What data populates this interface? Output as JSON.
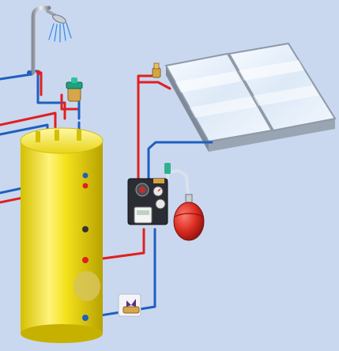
{
  "diagram": {
    "subject": "solar-water-heating-system",
    "components": [
      "shower-head",
      "thermostatic-mixing-valve",
      "air-vent",
      "solar-collector-panel-left",
      "solar-collector-panel-right",
      "hot-water-storage-tank",
      "pump-station",
      "pressure-gauge",
      "expansion-vessel",
      "controller-unit",
      "drain-fill-valve"
    ],
    "colors": {
      "background": "#c9d8ef",
      "hot_pipe": "#e02020",
      "cold_pipe": "#1f5fbf",
      "tank": "#f4e21c",
      "expansion_vessel": "#d92a1f",
      "collector_glass": "#e6effa",
      "collector_frame": "#8e99a8"
    },
    "labels": []
  }
}
